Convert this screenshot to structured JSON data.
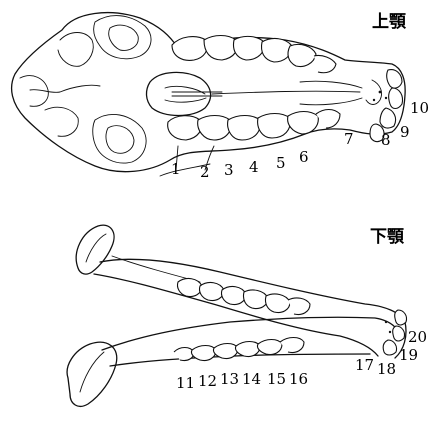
{
  "upper": {
    "title": "上顎",
    "labels": [
      "1",
      "2",
      "3",
      "4",
      "5",
      "6",
      "7",
      "8",
      "9",
      "10"
    ]
  },
  "lower": {
    "title": "下顎",
    "labels": [
      "11",
      "12",
      "13",
      "14",
      "15",
      "16",
      "17",
      "18",
      "19",
      "20"
    ]
  }
}
